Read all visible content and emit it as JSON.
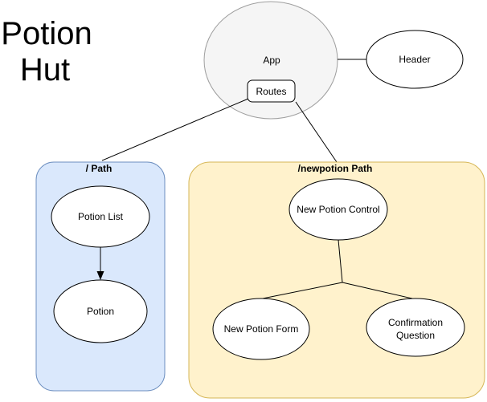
{
  "title": {
    "line1": "Potion",
    "line2": "Hut"
  },
  "nodes": {
    "app": {
      "label": "App"
    },
    "routes": {
      "label": "Routes"
    },
    "header": {
      "label": "Header"
    }
  },
  "groups": {
    "root_path": {
      "label": "/ Path",
      "nodes": {
        "potion_list": {
          "label": "Potion List"
        },
        "potion": {
          "label": "Potion"
        }
      }
    },
    "newpotion_path": {
      "label": "/newpotion Path",
      "nodes": {
        "new_potion_control": {
          "label": "New Potion Control"
        },
        "new_potion_form": {
          "label": "New Potion Form"
        },
        "confirmation_question": {
          "label_line1": "Confirmation",
          "label_line2": "Question"
        }
      }
    }
  },
  "colors": {
    "root_path_fill": "#dae8fc",
    "root_path_border": "#6c8ebf",
    "newpotion_path_fill": "#fff2cc",
    "newpotion_path_border": "#d6b656",
    "app_fill": "#f5f5f5",
    "app_border": "#9e9e9e",
    "node_fill": "#ffffff",
    "node_border": "#000000",
    "app_text": "#666666"
  }
}
